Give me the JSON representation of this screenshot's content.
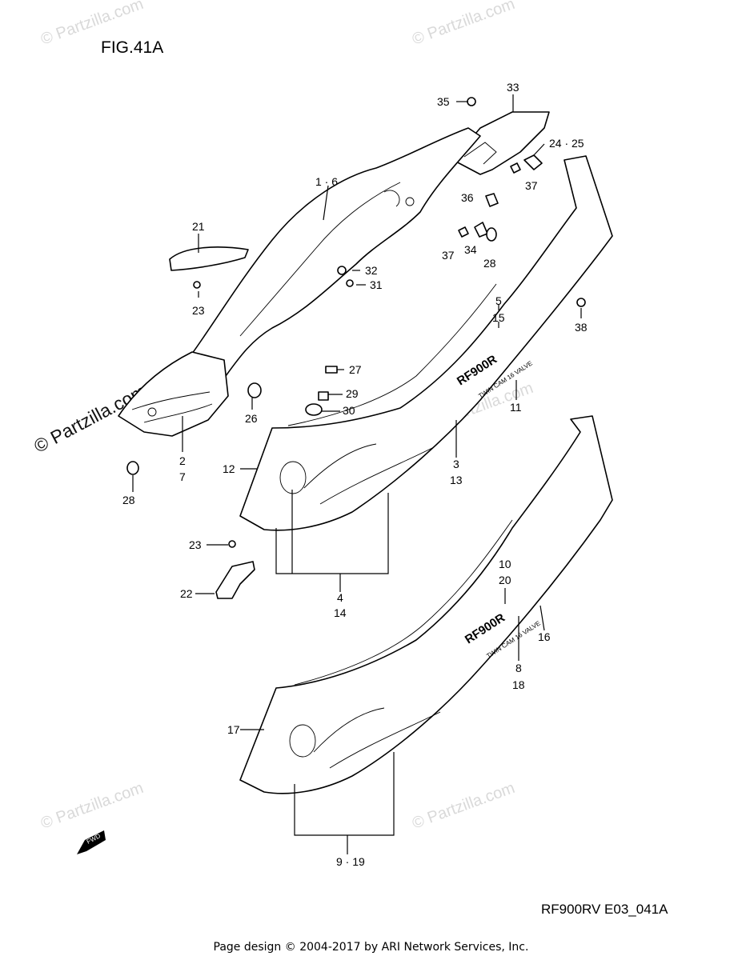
{
  "figure_label": "FIG.41A",
  "diagram_code": "RF900RV E03_041A",
  "footer_text": "Page design © 2004-2017 by ARI Network Services, Inc.",
  "watermark_text": "© Partzilla.com",
  "fwd_label": "FWD",
  "decal_logo_text": "RF900R",
  "decal_subtext": "TWIN CAM 16 VALVE",
  "callouts": [
    {
      "id": "c33",
      "text": "33"
    },
    {
      "id": "c35",
      "text": "35"
    },
    {
      "id": "c24_25",
      "text": "24 · 25"
    },
    {
      "id": "c37a",
      "text": "37"
    },
    {
      "id": "c36",
      "text": "36"
    },
    {
      "id": "c37b",
      "text": "37"
    },
    {
      "id": "c34",
      "text": "34"
    },
    {
      "id": "c28a",
      "text": "28"
    },
    {
      "id": "c1_6",
      "text": "1 · 6"
    },
    {
      "id": "c21",
      "text": "21"
    },
    {
      "id": "c23a",
      "text": "23"
    },
    {
      "id": "c32",
      "text": "32"
    },
    {
      "id": "c31",
      "text": "31"
    },
    {
      "id": "c5",
      "text": "5"
    },
    {
      "id": "c15",
      "text": "15"
    },
    {
      "id": "c38",
      "text": "38"
    },
    {
      "id": "c27",
      "text": "27"
    },
    {
      "id": "c29",
      "text": "29"
    },
    {
      "id": "c30",
      "text": "30"
    },
    {
      "id": "c11",
      "text": "11"
    },
    {
      "id": "c26",
      "text": "26"
    },
    {
      "id": "c2",
      "text": "2"
    },
    {
      "id": "c7",
      "text": "7"
    },
    {
      "id": "c12",
      "text": "12"
    },
    {
      "id": "c3",
      "text": "3"
    },
    {
      "id": "c13",
      "text": "13"
    },
    {
      "id": "c28b",
      "text": "28"
    },
    {
      "id": "c23b",
      "text": "23"
    },
    {
      "id": "c22",
      "text": "22"
    },
    {
      "id": "c4",
      "text": "4"
    },
    {
      "id": "c14",
      "text": "14"
    },
    {
      "id": "c10",
      "text": "10"
    },
    {
      "id": "c20",
      "text": "20"
    },
    {
      "id": "c16",
      "text": "16"
    },
    {
      "id": "c8",
      "text": "8"
    },
    {
      "id": "c18",
      "text": "18"
    },
    {
      "id": "c17",
      "text": "17"
    },
    {
      "id": "c9_19",
      "text": "9 · 19"
    }
  ]
}
